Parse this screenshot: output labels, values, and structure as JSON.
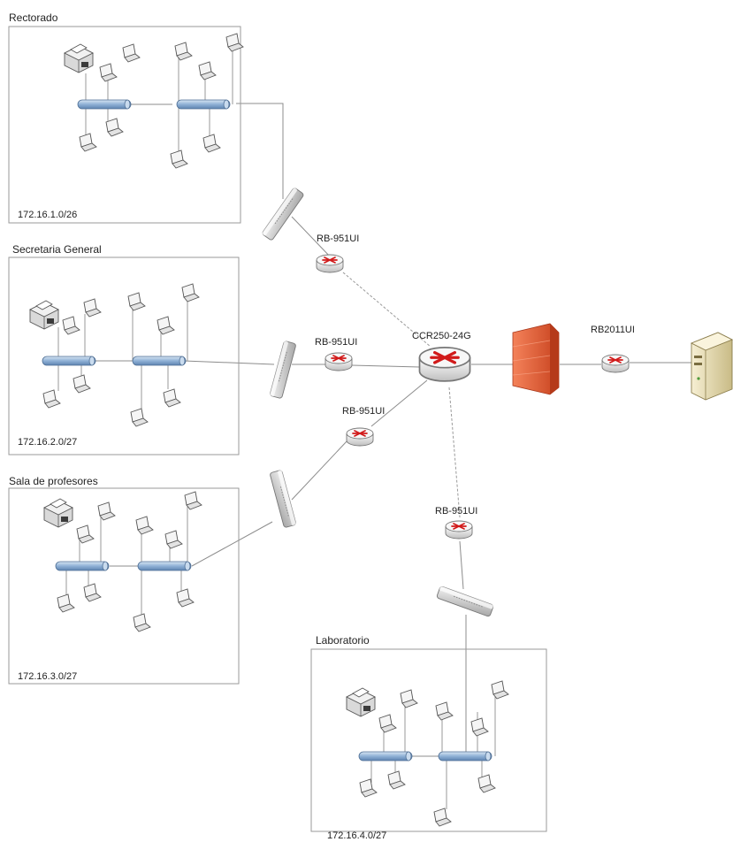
{
  "segments": [
    {
      "name": "Rectorado",
      "subnet": "172.16.1.0/26"
    },
    {
      "name": "Secretaria General",
      "subnet": "172.16.2.0/27"
    },
    {
      "name": "Sala de profesores",
      "subnet": "172.16.3.0/27"
    },
    {
      "name": "Laboratorio",
      "subnet": "172.16.4.0/27"
    }
  ],
  "routers": {
    "core": "CCR250-24G",
    "edge": "RB2011UI",
    "branch": [
      "RB-951UI",
      "RB-951UI",
      "RB-951UI",
      "RB-951UI"
    ]
  },
  "icons": {
    "switch": "switch-icon",
    "router": "router-icon",
    "firewall": "firewall-icon",
    "server": "server-icon",
    "printer": "printer-icon",
    "laptop": "laptop-icon",
    "bus": "bus-segment-icon"
  },
  "colors": {
    "bus": "#9dbad8",
    "router_arrows": "#d11a1a",
    "firewall": "#e8633e",
    "server": "#e9dfb8"
  }
}
